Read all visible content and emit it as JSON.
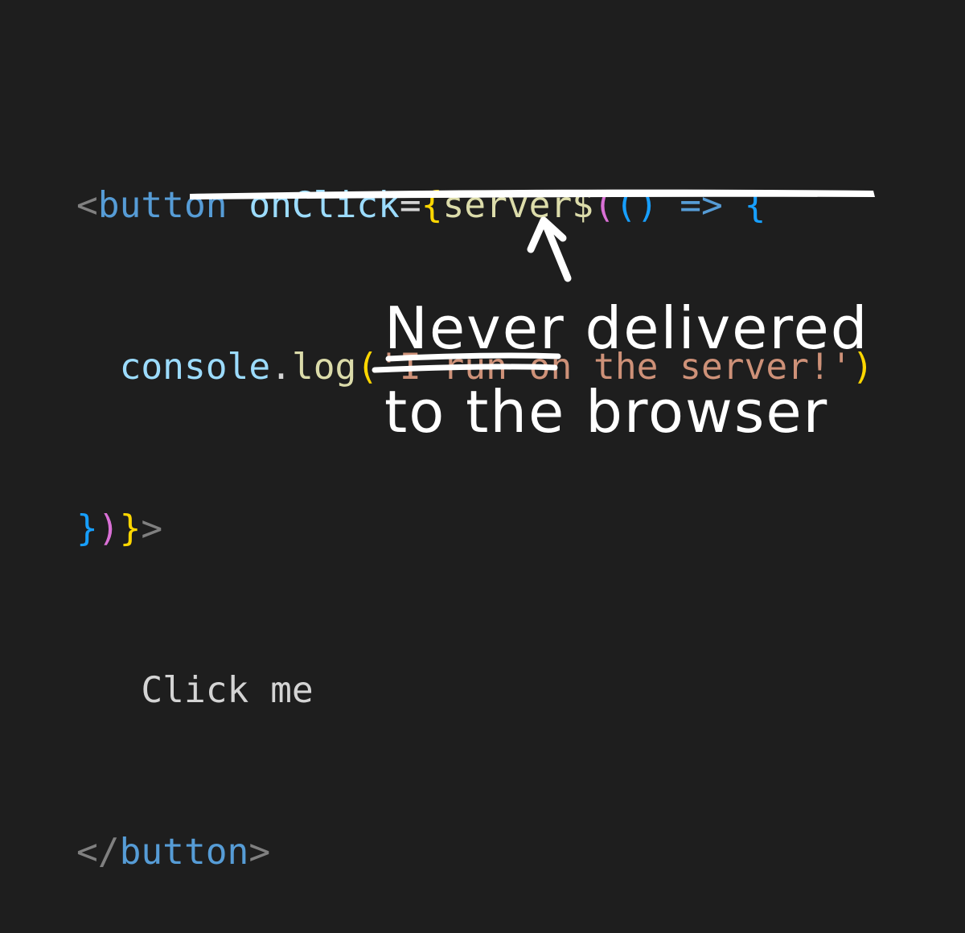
{
  "code": {
    "line1": {
      "open": "<",
      "tag": "button",
      "attr": " onClick",
      "eq": "=",
      "brace": "{",
      "fn": "server$",
      "paren1": "(",
      "paren2": "()",
      "arrow": " => ",
      "brace2": "{"
    },
    "line2": {
      "indent": "  ",
      "obj": "console",
      "dot": ".",
      "method": "log",
      "po": "(",
      "str": "'I run on the server!'",
      "pc": ")"
    },
    "line3": {
      "b1": "}",
      "p": ")",
      "b2": "}",
      "gt": ">"
    },
    "line4": {
      "text": "   Click me"
    },
    "line5": {
      "open": "</",
      "tag": "button",
      "gt": ">"
    }
  },
  "annotation": {
    "line1_emph": "Never",
    "line1_rest": " delivered",
    "line2": "to the browser"
  },
  "colors": {
    "background": "#1e1e1e",
    "annotation": "#ffffff"
  }
}
